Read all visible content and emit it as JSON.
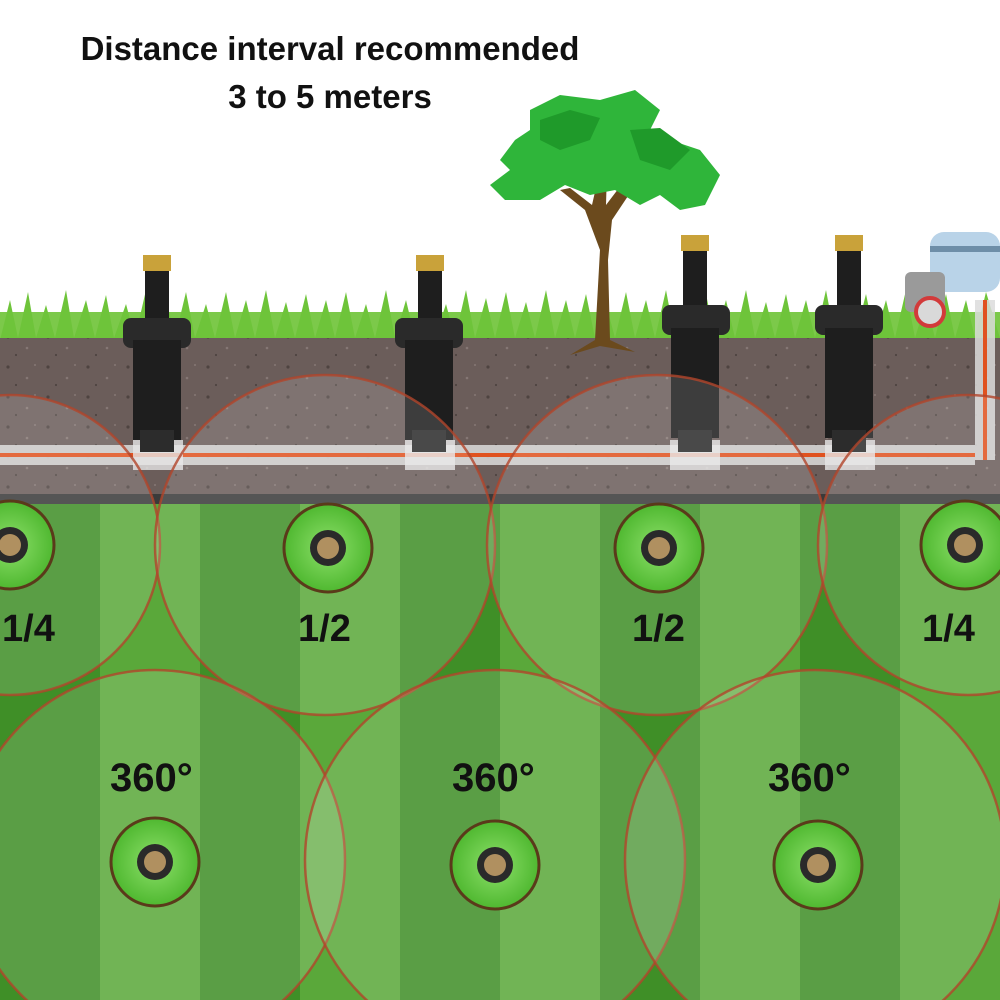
{
  "header": {
    "title_line1": "Distance interval recommended",
    "title_line2": "3 to 5 meters"
  },
  "labels": {
    "quarter_left": "1/4",
    "half_left": "1/2",
    "half_right": "1/2",
    "quarter_right": "1/4",
    "full_1": "360°",
    "full_2": "360°",
    "full_3": "360°"
  },
  "colors": {
    "grass_dark": "#2f7d1f",
    "grass_light": "#5fb23a",
    "soil": "#6b5d5a",
    "pipe_orange": "#e0521f",
    "sprinkler_body": "#1e1e1e",
    "nozzle_brass": "#c9a23a",
    "sprinkler_ring": "#6cd04a",
    "tree_leaves": "#2fb53a",
    "tree_trunk": "#6b4a1d",
    "arc_line": "#b2452a"
  },
  "icons": [
    "tree-icon",
    "pop-up-sprinkler-icon",
    "water-pump-icon",
    "sprinkler-head-icon"
  ]
}
